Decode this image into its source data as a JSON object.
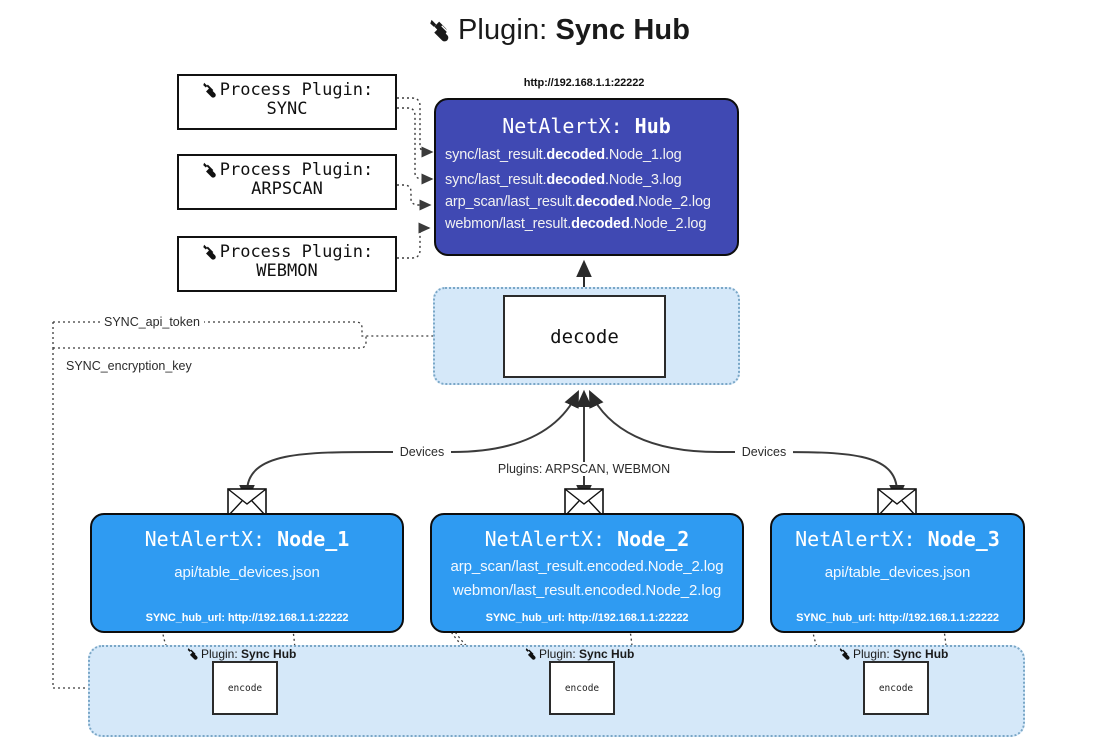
{
  "title": {
    "icon": "plug-icon",
    "prefix": "Plugin: ",
    "name": "Sync Hub"
  },
  "process_plugins": [
    {
      "icon": "plug-icon",
      "line1": "Process Plugin:",
      "line2": "SYNC"
    },
    {
      "icon": "plug-icon",
      "line1": "Process Plugin:",
      "line2": "ARPSCAN"
    },
    {
      "icon": "plug-icon",
      "line1": "Process Plugin:",
      "line2": "WEBMON"
    }
  ],
  "hub": {
    "url": "http://192.168.1.1:22222",
    "title_prefix": "NetAlertX: ",
    "title_name": "Hub",
    "lines": [
      {
        "pre": "sync/last_result.",
        "strong": "decoded",
        "post": ".Node_1.log"
      },
      {
        "pre": "sync/last_result.",
        "strong": "decoded",
        "post": ".Node_3.log"
      },
      {
        "pre": "arp_scan/last_result.",
        "strong": "decoded",
        "post": ".Node_2.log"
      },
      {
        "pre": "webmon/last_result.",
        "strong": "decoded",
        "post": ".Node_2.log"
      }
    ]
  },
  "decode": {
    "label": "decode"
  },
  "settings_labels": {
    "api_token": "SYNC_api_token",
    "encryption_key": "SYNC_encryption_key"
  },
  "edge_labels": {
    "devices_left": "Devices",
    "devices_right": "Devices",
    "plugins_middle": "Plugins: ARPSCAN, WEBMON"
  },
  "nodes": [
    {
      "icon": "envelope-icon",
      "title_prefix": "NetAlertX: ",
      "title_name": "Node_1",
      "lines": [
        "api/table_devices.json"
      ],
      "footer": "SYNC_hub_url: http://192.168.1.1:22222"
    },
    {
      "icon": "envelope-icon",
      "title_prefix": "NetAlertX: ",
      "title_name": "Node_2",
      "lines": [
        "arp_scan/last_result.encoded.Node_2.log",
        "webmon/last_result.encoded.Node_2.log"
      ],
      "footer": "SYNC_hub_url: http://192.168.1.1:22222"
    },
    {
      "icon": "envelope-icon",
      "title_prefix": "NetAlertX: ",
      "title_name": "Node_3",
      "lines": [
        "api/table_devices.json"
      ],
      "footer": "SYNC_hub_url: http://192.168.1.1:22222"
    }
  ],
  "encoders": [
    {
      "icon": "plug-icon",
      "label_prefix": "Plugin: ",
      "label_name": "Sync Hub",
      "box": "encode"
    },
    {
      "icon": "plug-icon",
      "label_prefix": "Plugin: ",
      "label_name": "Sync Hub",
      "box": "encode"
    },
    {
      "icon": "plug-icon",
      "label_prefix": "Plugin: ",
      "label_name": "Sync Hub",
      "box": "encode"
    }
  ],
  "colors": {
    "hub_fill": "#4049b3",
    "node_fill": "#2f9bf2",
    "group_fill": "#d5e8f9",
    "group_border": "#7aa7c7",
    "line": "#3b3b3b",
    "text_dark": "#1a1a1a"
  }
}
